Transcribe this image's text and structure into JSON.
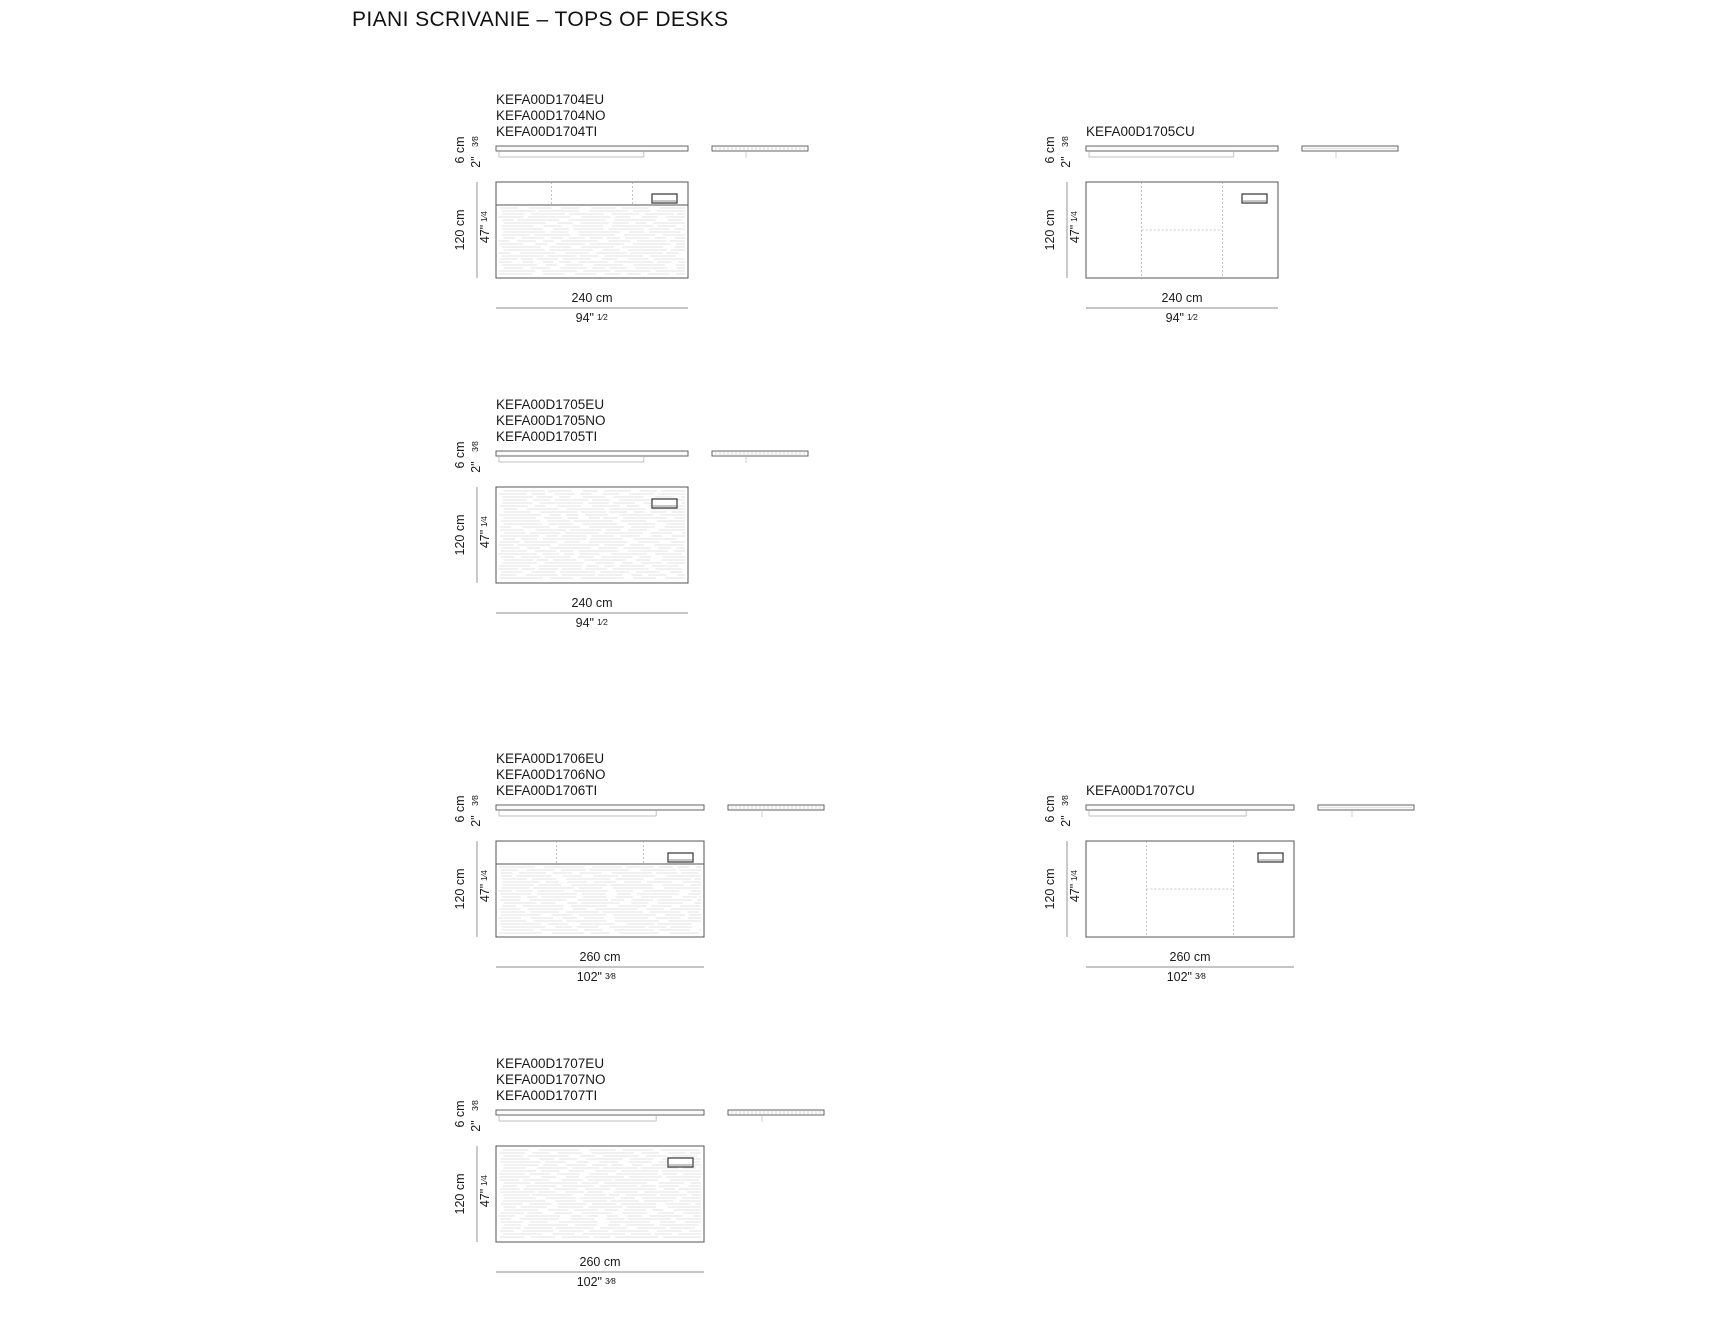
{
  "page": {
    "title": "PIANI SCRIVANIE – TOPS OF DESKS"
  },
  "entries": [
    {
      "codes": [
        "KEFA00D1704EU",
        "KEFA00D1704NO",
        "KEFA00D1704TI"
      ],
      "height_cm": "6 cm",
      "height_in": "2\"",
      "height_frac": "3⁄8",
      "depth_cm": "120 cm",
      "depth_in": "47\"",
      "depth_frac": "1⁄4",
      "width_cm": "240 cm",
      "width_in": "94\"",
      "width_frac": "1⁄2",
      "finish": "wood",
      "layout": "grain-with-pads"
    },
    {
      "codes": [
        "KEFA00D1705CU"
      ],
      "height_cm": "6 cm",
      "height_in": "2\"",
      "height_frac": "3⁄8",
      "depth_cm": "120 cm",
      "depth_in": "47\"",
      "depth_frac": "1⁄4",
      "width_cm": "240 cm",
      "width_in": "94\"",
      "width_frac": "1⁄2",
      "finish": "leather",
      "layout": "panels"
    },
    {
      "codes": [
        "KEFA00D1705EU",
        "KEFA00D1705NO",
        "KEFA00D1705TI"
      ],
      "height_cm": "6 cm",
      "height_in": "2\"",
      "height_frac": "3⁄8",
      "depth_cm": "120 cm",
      "depth_in": "47\"",
      "depth_frac": "1⁄4",
      "width_cm": "240 cm",
      "width_in": "94\"",
      "width_frac": "1⁄2",
      "finish": "wood",
      "layout": "grain"
    },
    {
      "codes": [
        "KEFA00D1706EU",
        "KEFA00D1706NO",
        "KEFA00D1706TI"
      ],
      "height_cm": "6 cm",
      "height_in": "2\"",
      "height_frac": "3⁄8",
      "depth_cm": "120 cm",
      "depth_in": "47\"",
      "depth_frac": "1⁄4",
      "width_cm": "260 cm",
      "width_in": "102\"",
      "width_frac": "3⁄8",
      "finish": "wood",
      "layout": "grain-with-pads"
    },
    {
      "codes": [
        "KEFA00D1707CU"
      ],
      "height_cm": "6 cm",
      "height_in": "2\"",
      "height_frac": "3⁄8",
      "depth_cm": "120 cm",
      "depth_in": "47\"",
      "depth_frac": "1⁄4",
      "width_cm": "260 cm",
      "width_in": "102\"",
      "width_frac": "3⁄8",
      "finish": "leather",
      "layout": "panels"
    },
    {
      "codes": [
        "KEFA00D1707EU",
        "KEFA00D1707NO",
        "KEFA00D1707TI"
      ],
      "height_cm": "6 cm",
      "height_in": "2\"",
      "height_frac": "3⁄8",
      "depth_cm": "120 cm",
      "depth_in": "47\"",
      "depth_frac": "1⁄4",
      "width_cm": "260 cm",
      "width_in": "102\"",
      "width_frac": "3⁄8",
      "finish": "wood",
      "layout": "grain"
    }
  ]
}
